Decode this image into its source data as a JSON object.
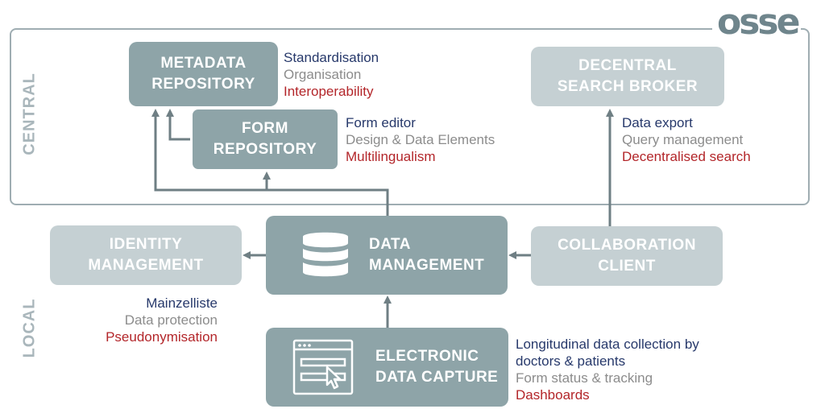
{
  "logo": {
    "text": "osse"
  },
  "labels": {
    "central": "CENTRAL",
    "local": "LOCAL"
  },
  "boxes": {
    "metadata": [
      "METADATA",
      "REPOSITORY"
    ],
    "form": [
      "FORM",
      "REPOSITORY"
    ],
    "broker": [
      "DECENTRAL",
      "SEARCH BROKER"
    ],
    "identity": [
      "IDENTITY",
      "MANAGEMENT"
    ],
    "data": [
      "DATA",
      "MANAGEMENT"
    ],
    "collab": [
      "COLLABORATION",
      "CLIENT"
    ],
    "edc": [
      "ELECTRONIC",
      "DATA CAPTURE"
    ]
  },
  "descriptions": {
    "metadata": [
      "Standardisation",
      "Organisation",
      "Interoperability"
    ],
    "form": [
      "Form editor",
      "Design & Data Elements",
      "Multilingualism"
    ],
    "broker": [
      "Data export",
      "Query management",
      "Decentralised search"
    ],
    "identity": [
      "Mainzelliste",
      "Data protection",
      "Pseudonymisation"
    ],
    "edc": [
      "Longitudinal data collection by",
      "doctors & patients",
      "Form status & tracking",
      "Dashboards"
    ]
  },
  "colors": {
    "dark_box": "#8ea4a8",
    "light_box": "#c5d0d3",
    "blue": "#27396b",
    "gray": "#8c8c8c",
    "red": "#b3262a",
    "arrow": "#6f7f84"
  },
  "icons": {
    "data": "database-icon",
    "edc": "form-cursor-icon"
  }
}
